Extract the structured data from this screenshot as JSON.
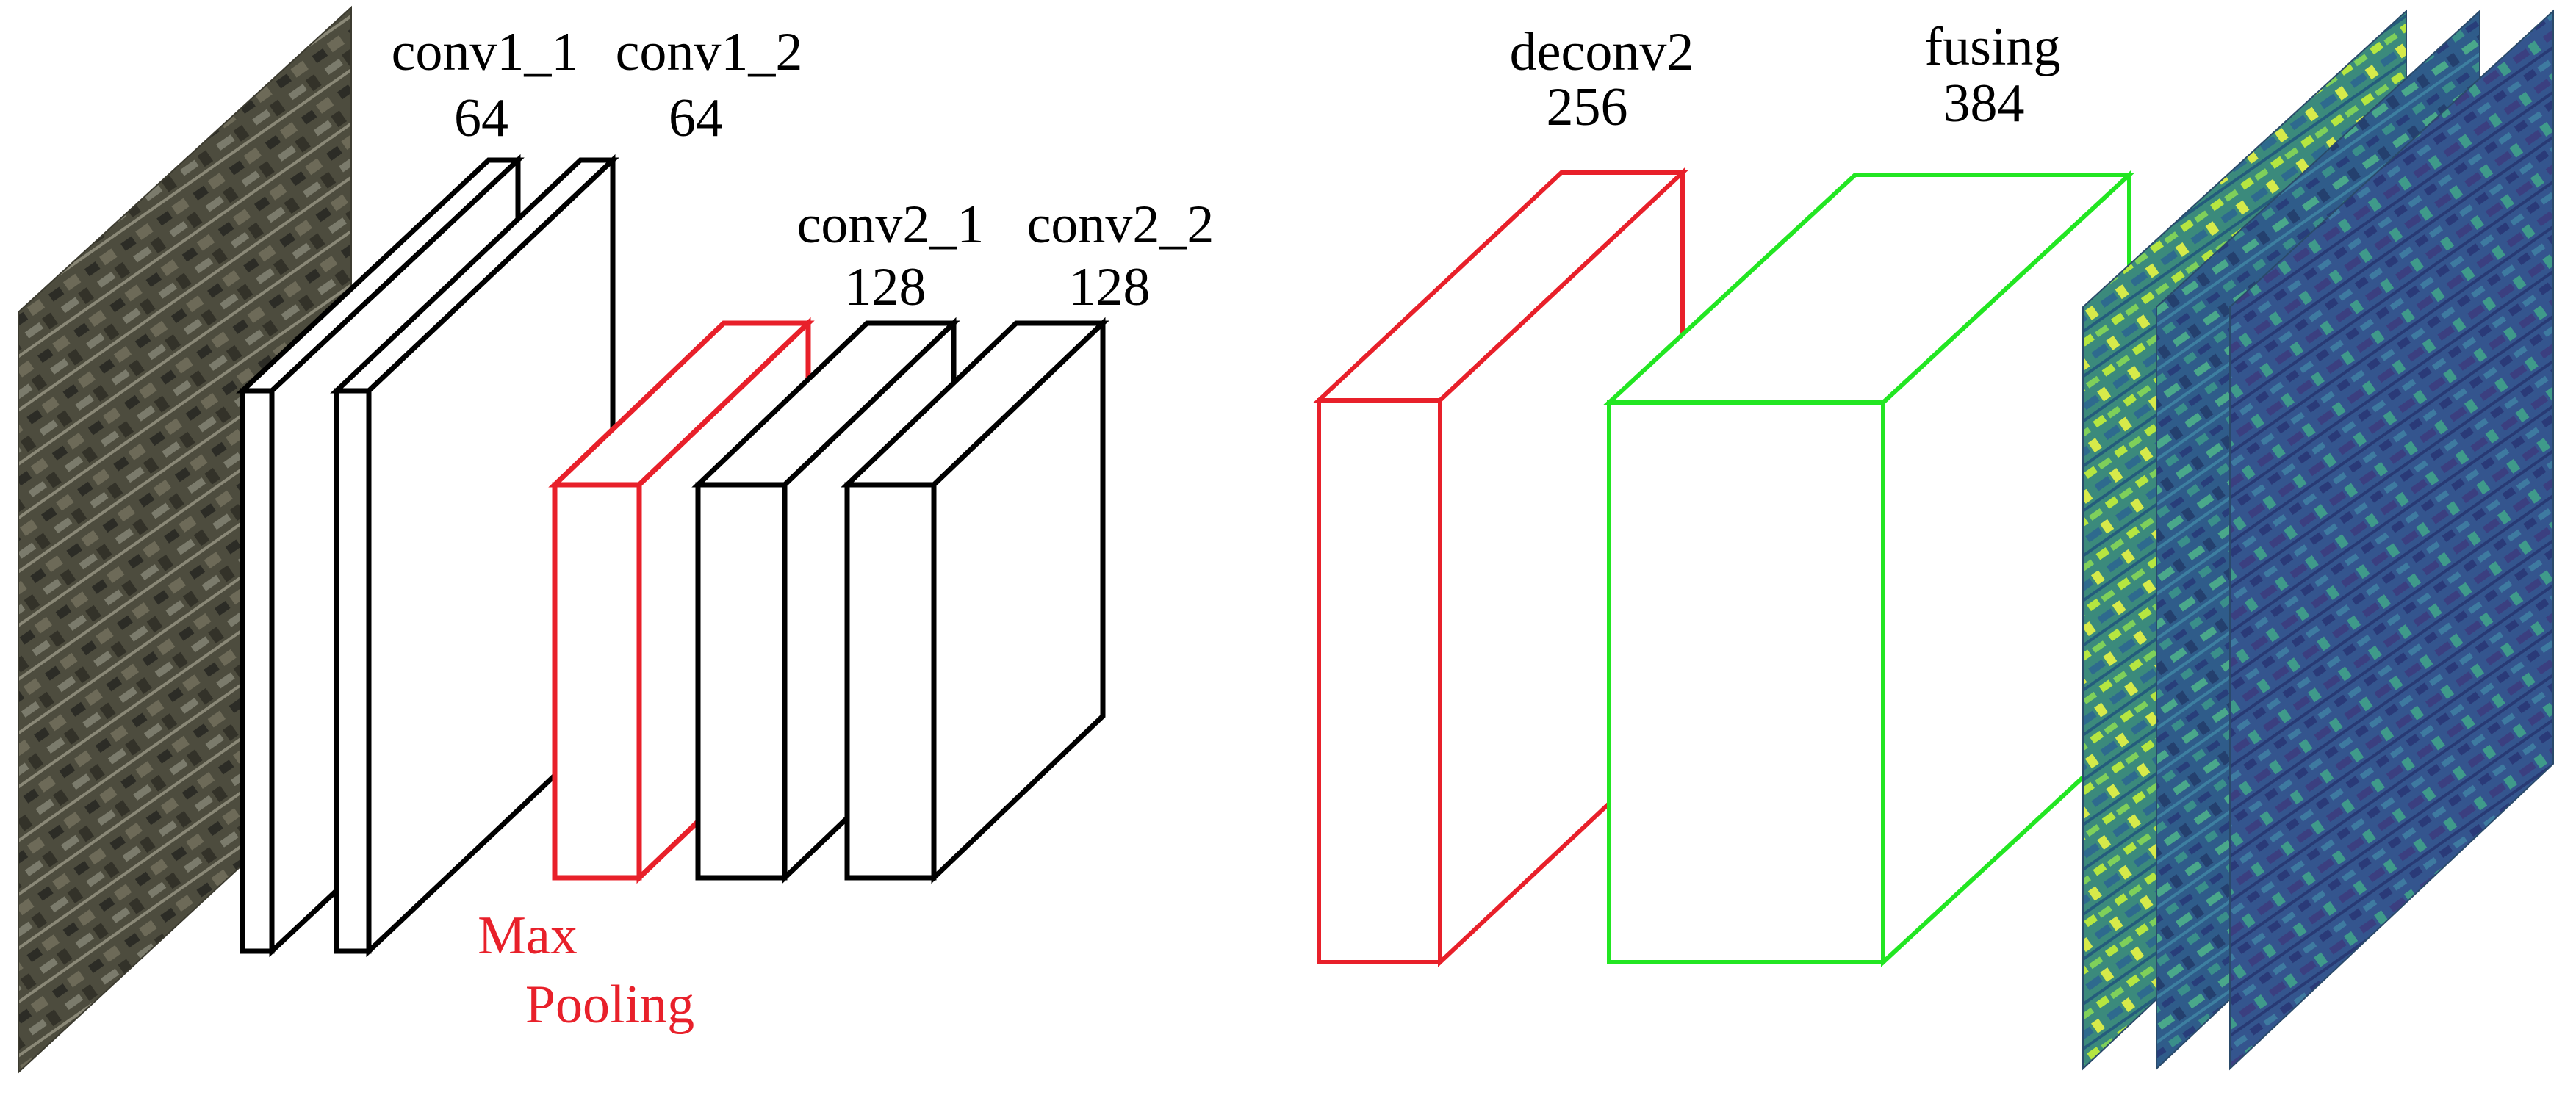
{
  "layers": [
    {
      "id": "conv1_1",
      "name": "conv1_1",
      "channels": "64"
    },
    {
      "id": "conv1_2",
      "name": "conv1_2",
      "channels": "64"
    },
    {
      "id": "pool",
      "name": "Max",
      "channels": "Pooling"
    },
    {
      "id": "conv2_1",
      "name": "conv2_1",
      "channels": "128"
    },
    {
      "id": "conv2_2",
      "name": "conv2_2",
      "channels": "128"
    },
    {
      "id": "deconv2",
      "name": "deconv2",
      "channels": "256"
    },
    {
      "id": "fusing",
      "name": "fusing",
      "channels": "384"
    }
  ],
  "colors": {
    "block_stroke": "#000000",
    "pool_stroke": "#e8202a",
    "deconv_stroke": "#e8202a",
    "fusing_stroke": "#22e622",
    "pool_label": "#e8202a",
    "satellite_base": "#4d4c3e",
    "feature_map_base": "#2f5c8a",
    "feature_map_highlight": "#b6e640"
  },
  "images": [
    {
      "id": "input",
      "description": "aerial image"
    },
    {
      "id": "feature-maps",
      "description": "feature maps"
    }
  ]
}
